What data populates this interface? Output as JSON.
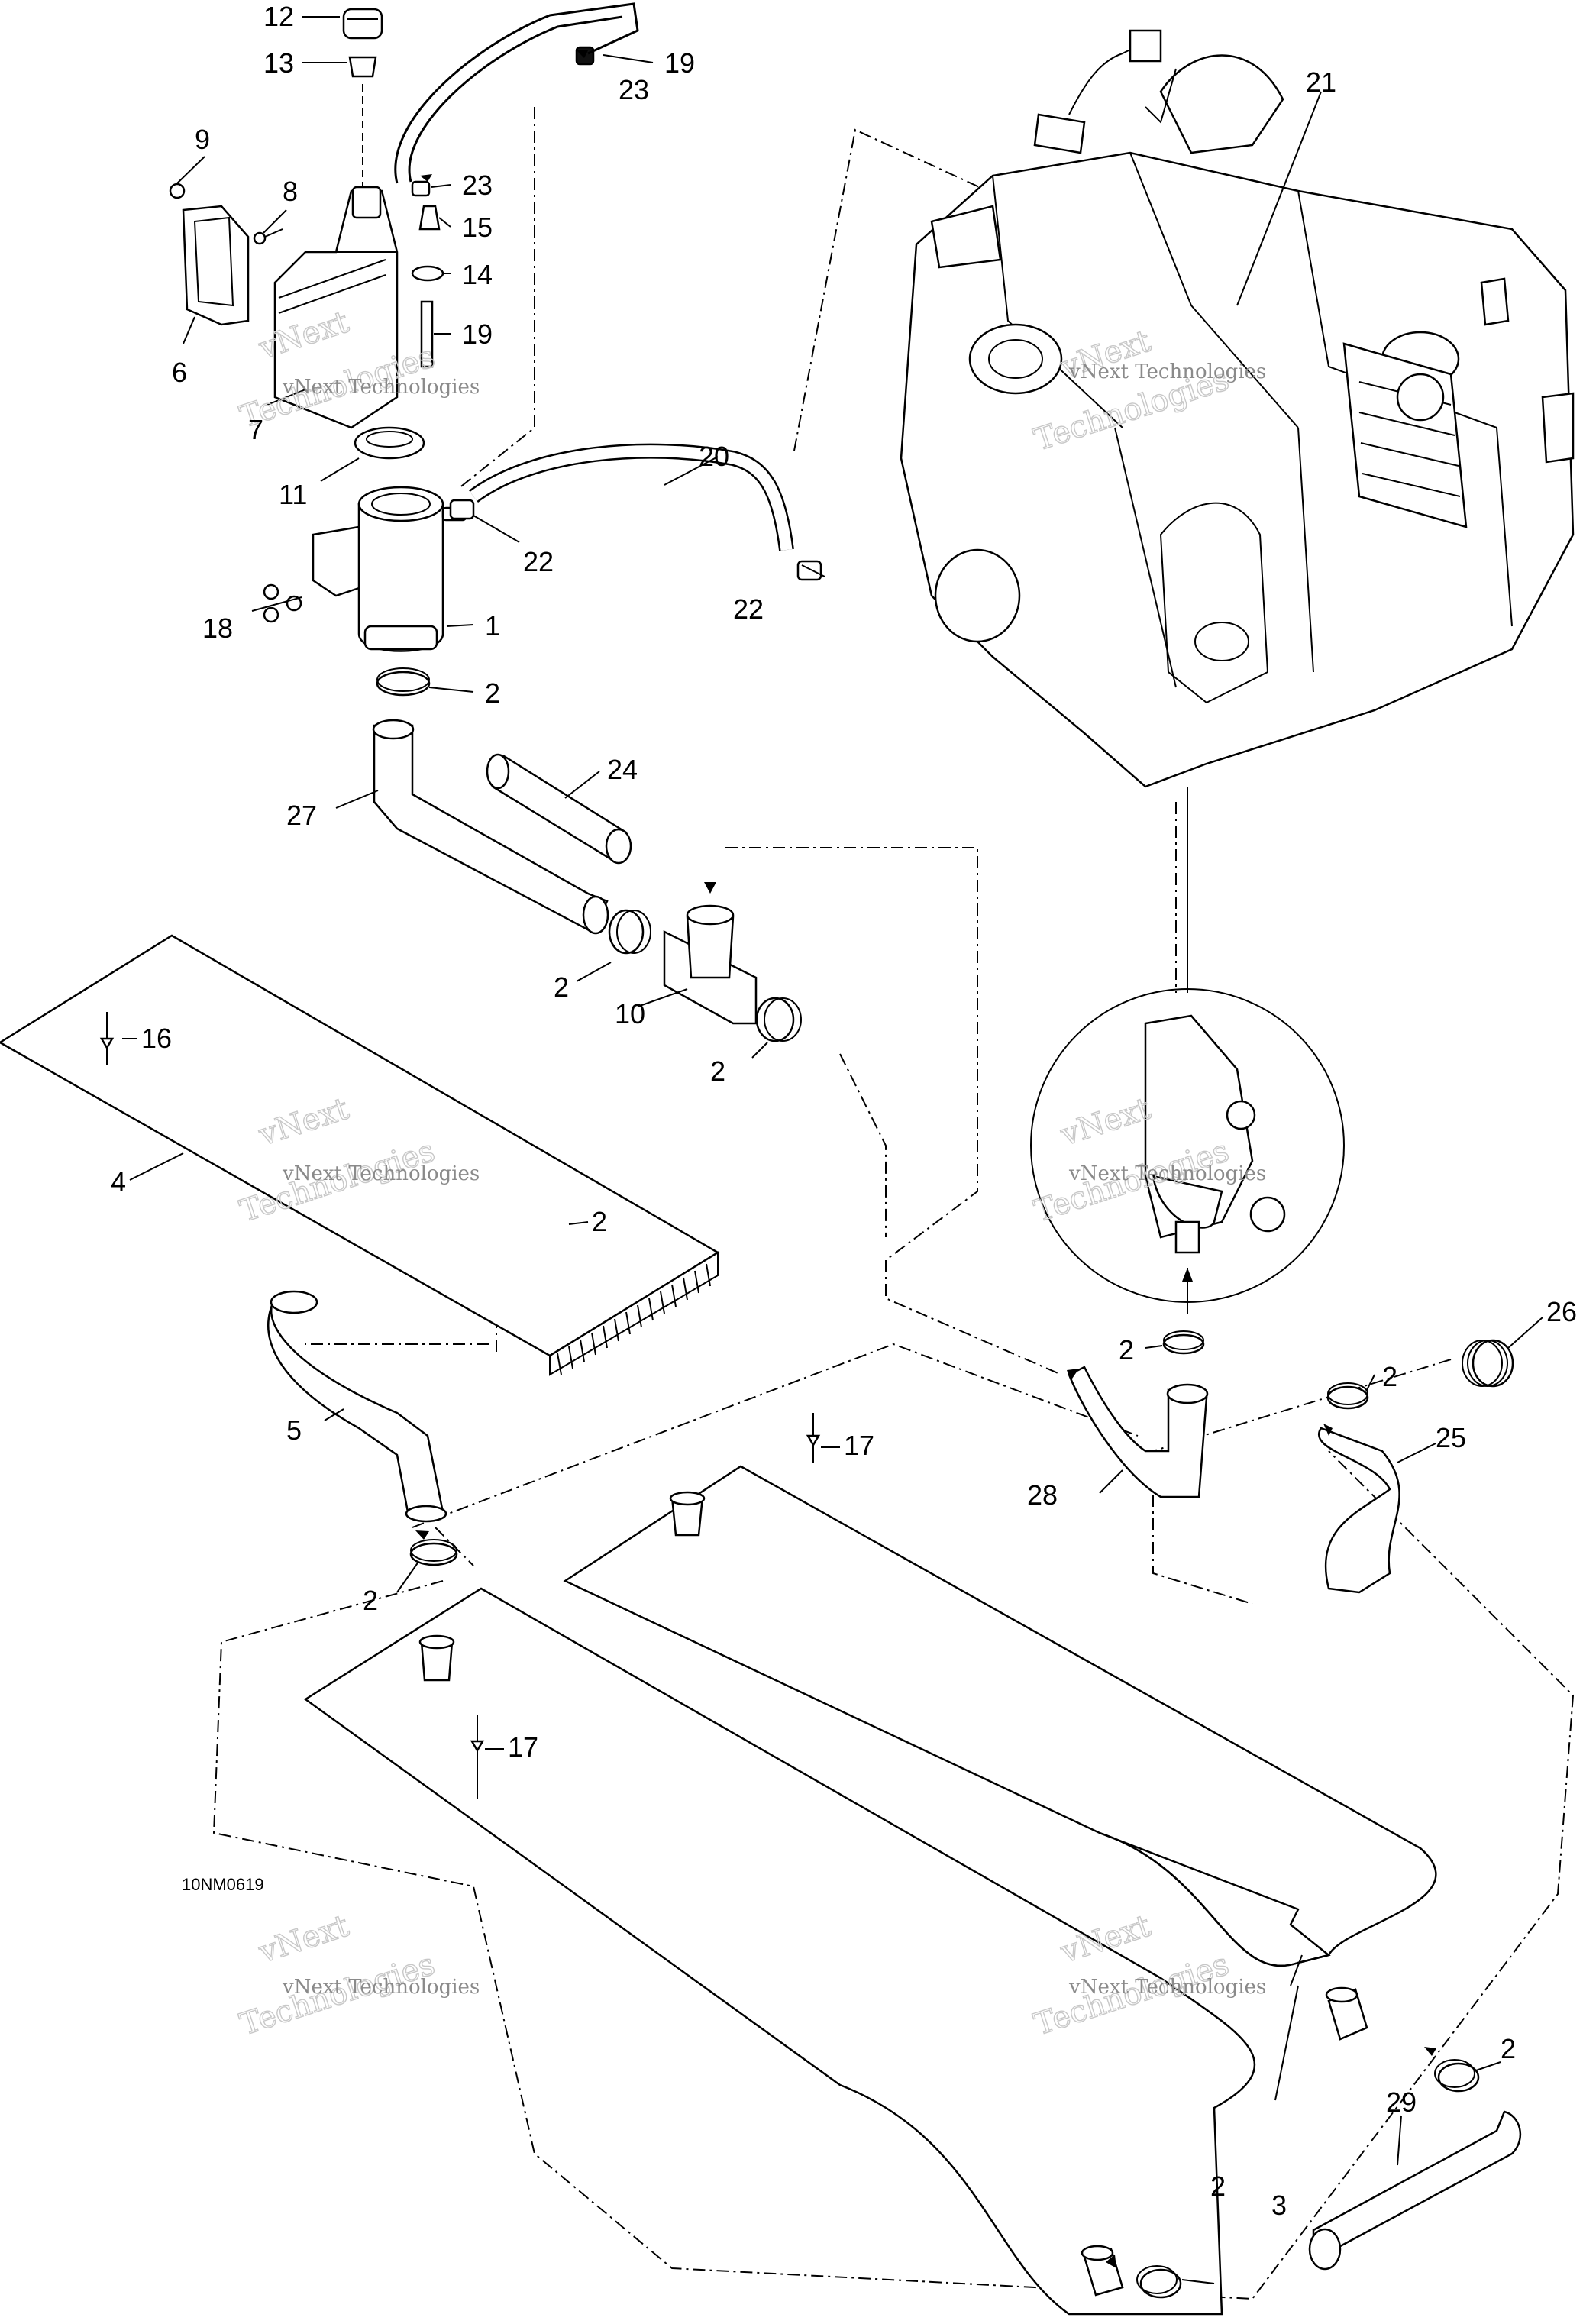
{
  "drawing": {
    "reference_code": "10NM0619",
    "callouts": [
      "1",
      "2",
      "3",
      "4",
      "5",
      "6",
      "7",
      "8",
      "9",
      "10",
      "11",
      "12",
      "13",
      "14",
      "15",
      "16",
      "17",
      "18",
      "19",
      "20",
      "21",
      "22",
      "23",
      "24",
      "25",
      "26",
      "27",
      "28",
      "29"
    ],
    "watermark": {
      "line1": "vNext Technologies",
      "line2": "vNext",
      "line3": "Technologies"
    }
  }
}
